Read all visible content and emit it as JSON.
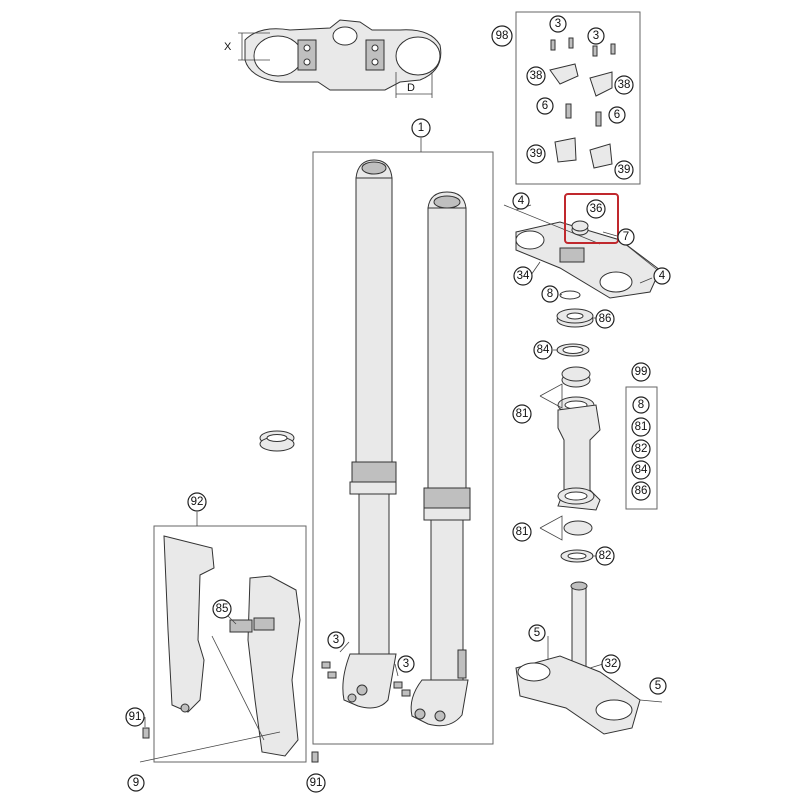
{
  "callouts": {
    "c1": "1",
    "c98": "98",
    "c3a": "3",
    "c3b": "3",
    "c38a": "38",
    "c38b": "38",
    "c6a": "6",
    "c6b": "6",
    "c39a": "39",
    "c39b": "39",
    "c4a": "4",
    "c36": "36",
    "c7": "7",
    "c34": "34",
    "c4b": "4",
    "c8": "8",
    "c86": "86",
    "c84": "84",
    "c99": "99",
    "c81a": "81",
    "c81b": "81",
    "c82": "82",
    "c5a": "5",
    "c32": "32",
    "c5b": "5",
    "c92": "92",
    "c85": "85",
    "c91a": "91",
    "c9": "9",
    "c91b": "91",
    "c3c": "3",
    "c3d": "3"
  },
  "kit99": [
    "8",
    "81",
    "82",
    "84",
    "86"
  ],
  "dimensions": {
    "x_label": "X",
    "d_label": "D"
  },
  "colors": {
    "highlight": "#c0282d",
    "ink": "#222222",
    "part_fill": "#e9e9e9"
  }
}
